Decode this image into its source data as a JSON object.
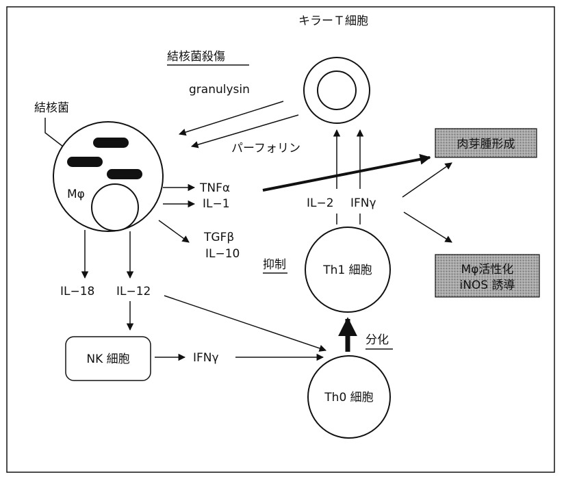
{
  "labels": {
    "killer_t_cell": "キラーＴ細胞",
    "tb_killing": "結核菌殺傷",
    "granulysin": "granulysin",
    "perforin": "パーフォリン",
    "tb_bacteria": "結核菌",
    "macrophage": "Mφ",
    "tnf_alpha": "TNFα",
    "il_1": "IL−1",
    "tgf_beta": "TGFβ",
    "il_10": "IL−10",
    "il_2": "IL−2",
    "ifn_gamma_top": "IFNγ",
    "granuloma": "肉芽腫形成",
    "macrophage_activation": "Mφ活性化",
    "inos_induction": "iNOS 誘導",
    "suppression": "抑制",
    "th1_cell": "Th1 細胞",
    "il_18": "IL−18",
    "il_12": "IL−12",
    "nk_cell": "NK 細胞",
    "ifn_gamma_nk": "IFNγ",
    "differentiation": "分化",
    "th0_cell": "Th0 細胞"
  },
  "colors": {
    "ink": "#111111",
    "shaded_box": "#9e9e9e",
    "background": "#ffffff"
  }
}
